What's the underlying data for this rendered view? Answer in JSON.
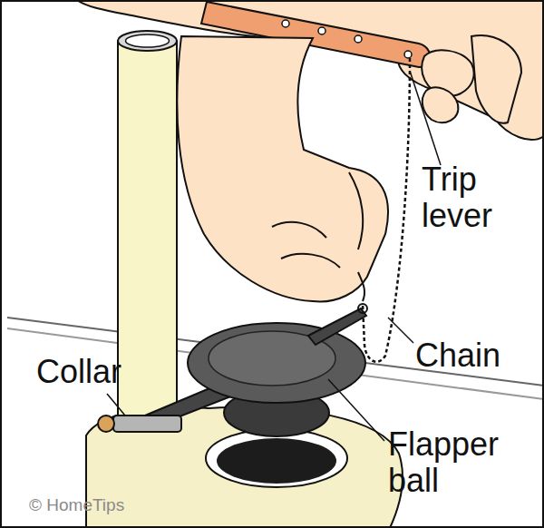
{
  "diagram": {
    "labels": [
      "Trip lever",
      "Chain",
      "Collar",
      "Flapper ball",
      "© HomeTips"
    ]
  }
}
